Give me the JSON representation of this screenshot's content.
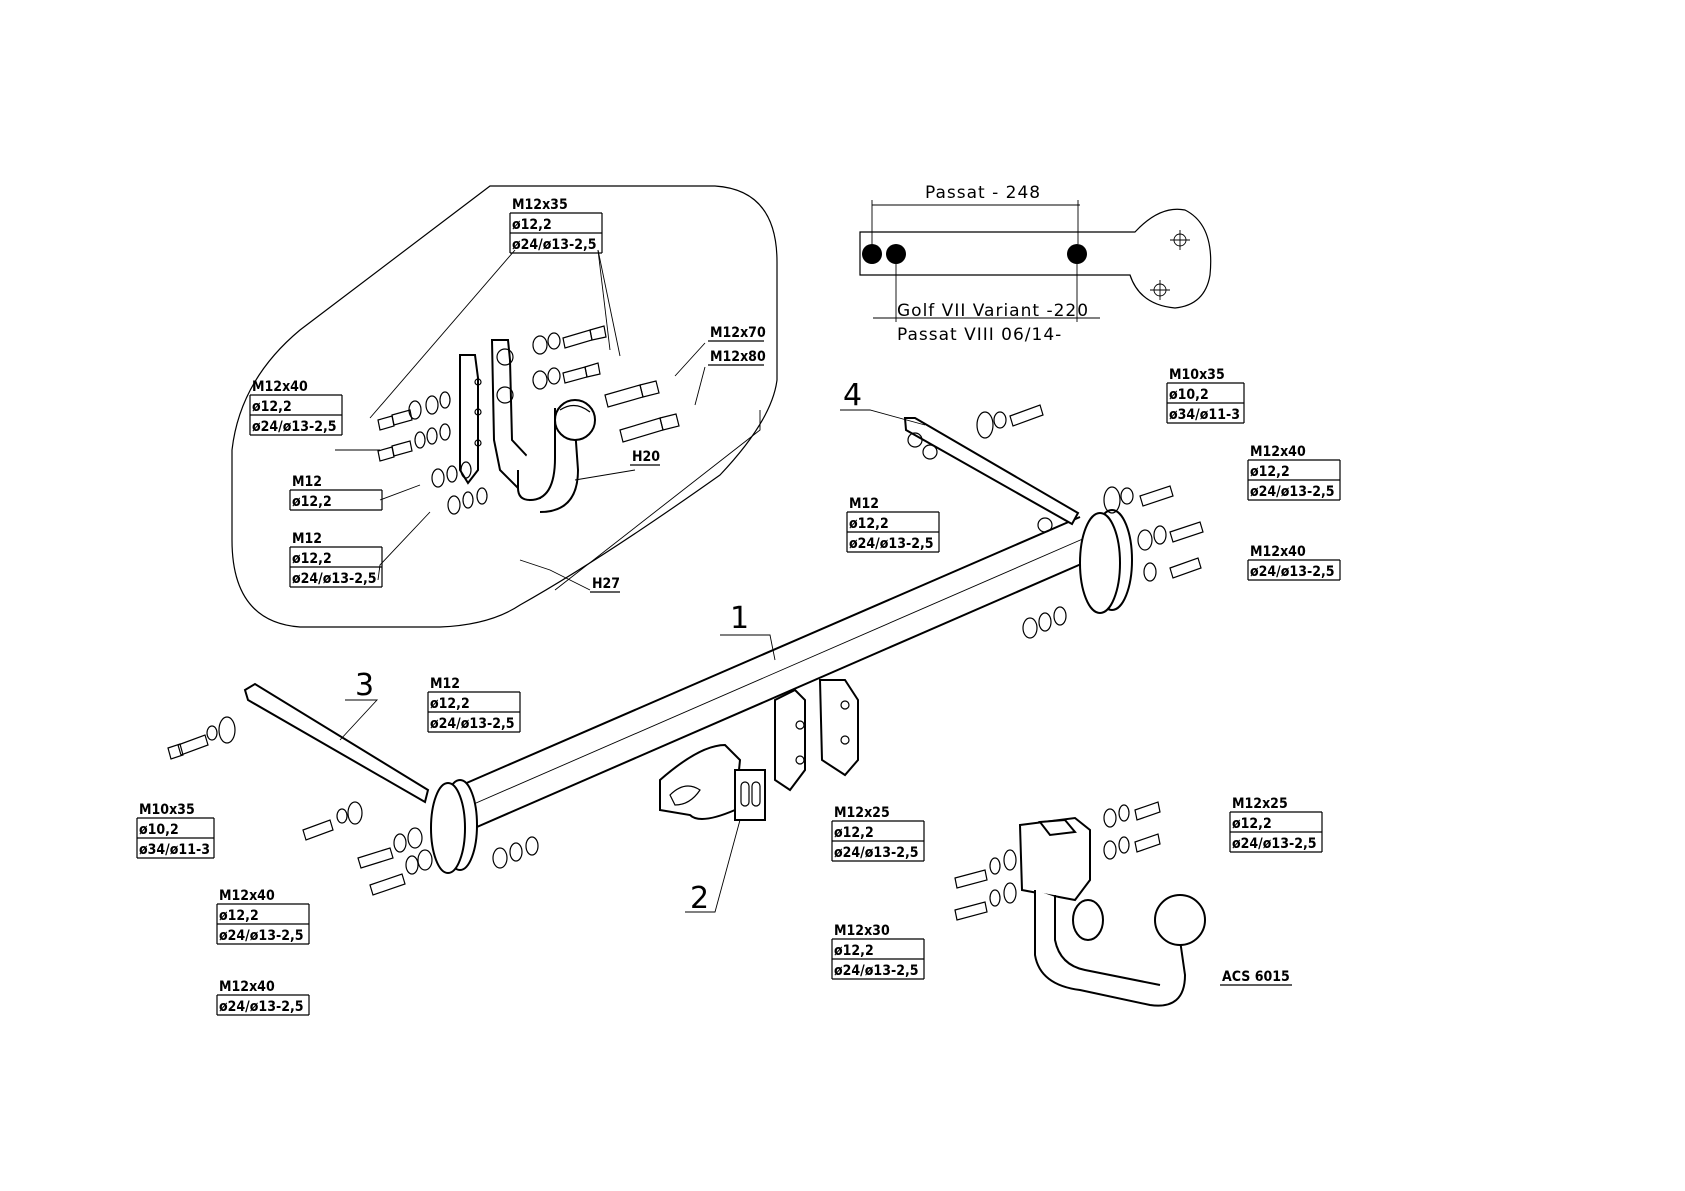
{
  "callouts": {
    "inset_bolt_top": [
      "M12x35",
      "ø12,2",
      "ø24/ø13-2,5"
    ],
    "inset_bolt_left": [
      "M12x40",
      "ø12,2",
      "ø24/ø13-2,5"
    ],
    "inset_nut_a": [
      "M12",
      "ø12,2"
    ],
    "inset_nut_b": [
      "M12",
      "ø12,2",
      "ø24/ø13-2,5"
    ],
    "inset_m12x70": [
      "M12x70"
    ],
    "inset_m12x80": [
      "M12x80"
    ],
    "inset_h20": [
      "H20"
    ],
    "inset_h27": [
      "H27"
    ],
    "right_m10x35": [
      "M10x35",
      "ø10,2",
      "ø34/ø11-3"
    ],
    "right_m12x40_a": [
      "M12x40",
      "ø12,2",
      "ø24/ø13-2,5"
    ],
    "right_m12x40_b": [
      "M12x40",
      "ø24/ø13-2,5"
    ],
    "right_m12_nut": [
      "M12",
      "ø12,2",
      "ø24/ø13-2,5"
    ],
    "left_m12_nut": [
      "M12",
      "ø12,2",
      "ø24/ø13-2,5"
    ],
    "left_m10x35": [
      "M10x35",
      "ø10,2",
      "ø34/ø11-3"
    ],
    "left_m12x40_a": [
      "M12x40",
      "ø12,2",
      "ø24/ø13-2,5"
    ],
    "left_m12x40_b": [
      "M12x40",
      "ø24/ø13-2,5"
    ],
    "ball_m12x25_left": [
      "M12x25",
      "ø12,2",
      "ø24/ø13-2,5"
    ],
    "ball_m12x30": [
      "M12x30",
      "ø12,2",
      "ø24/ø13-2,5"
    ],
    "ball_m12x25_right": [
      "M12x25",
      "ø12,2",
      "ø24/ø13-2,5"
    ],
    "ball_acs": [
      "ACS 6015"
    ]
  },
  "part_numbers": {
    "p1": "1",
    "p2": "2",
    "p3": "3",
    "p4": "4"
  },
  "dimensions": {
    "passat": "Passat - 248",
    "golf": "Golf VII Variant -220",
    "passat_viii": "Passat VIII 06/14-"
  }
}
